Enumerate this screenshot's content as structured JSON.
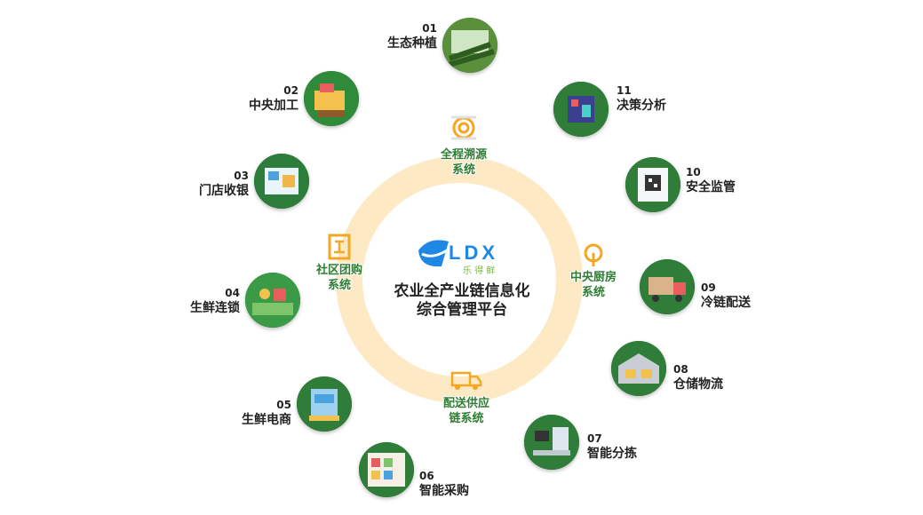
{
  "center": {
    "logo_letters": "LDX",
    "logo_sub": "乐 得 鲜",
    "title_line1": "农业全产业链信息化",
    "title_line2": "综合管理平台"
  },
  "systems": {
    "traceability": {
      "line1": "全程溯源",
      "line2": "系统"
    },
    "community": {
      "line1": "社区团购",
      "line2": "系统"
    },
    "kitchen": {
      "line1": "中央厨房",
      "line2": "系统"
    },
    "delivery": {
      "line1": "配送供应",
      "line2": "链系统"
    }
  },
  "modules": [
    {
      "num": "01",
      "name": "生态种植"
    },
    {
      "num": "02",
      "name": "中央加工"
    },
    {
      "num": "03",
      "name": "门店收银"
    },
    {
      "num": "04",
      "name": "生鲜连锁"
    },
    {
      "num": "05",
      "name": "生鲜电商"
    },
    {
      "num": "06",
      "name": "智能采购"
    },
    {
      "num": "07",
      "name": "智能分拣"
    },
    {
      "num": "08",
      "name": "仓储物流"
    },
    {
      "num": "09",
      "name": "冷链配送"
    },
    {
      "num": "10",
      "name": "安全监管"
    },
    {
      "num": "11",
      "name": "决策分析"
    }
  ],
  "colors": {
    "ring": "#fde9c4",
    "system_text": "#2e7d32",
    "icon_orange": "#f5a623",
    "node_green": "#1a6b2e",
    "logo_blue": "#1e88e5",
    "logo_green": "#7cb342"
  }
}
